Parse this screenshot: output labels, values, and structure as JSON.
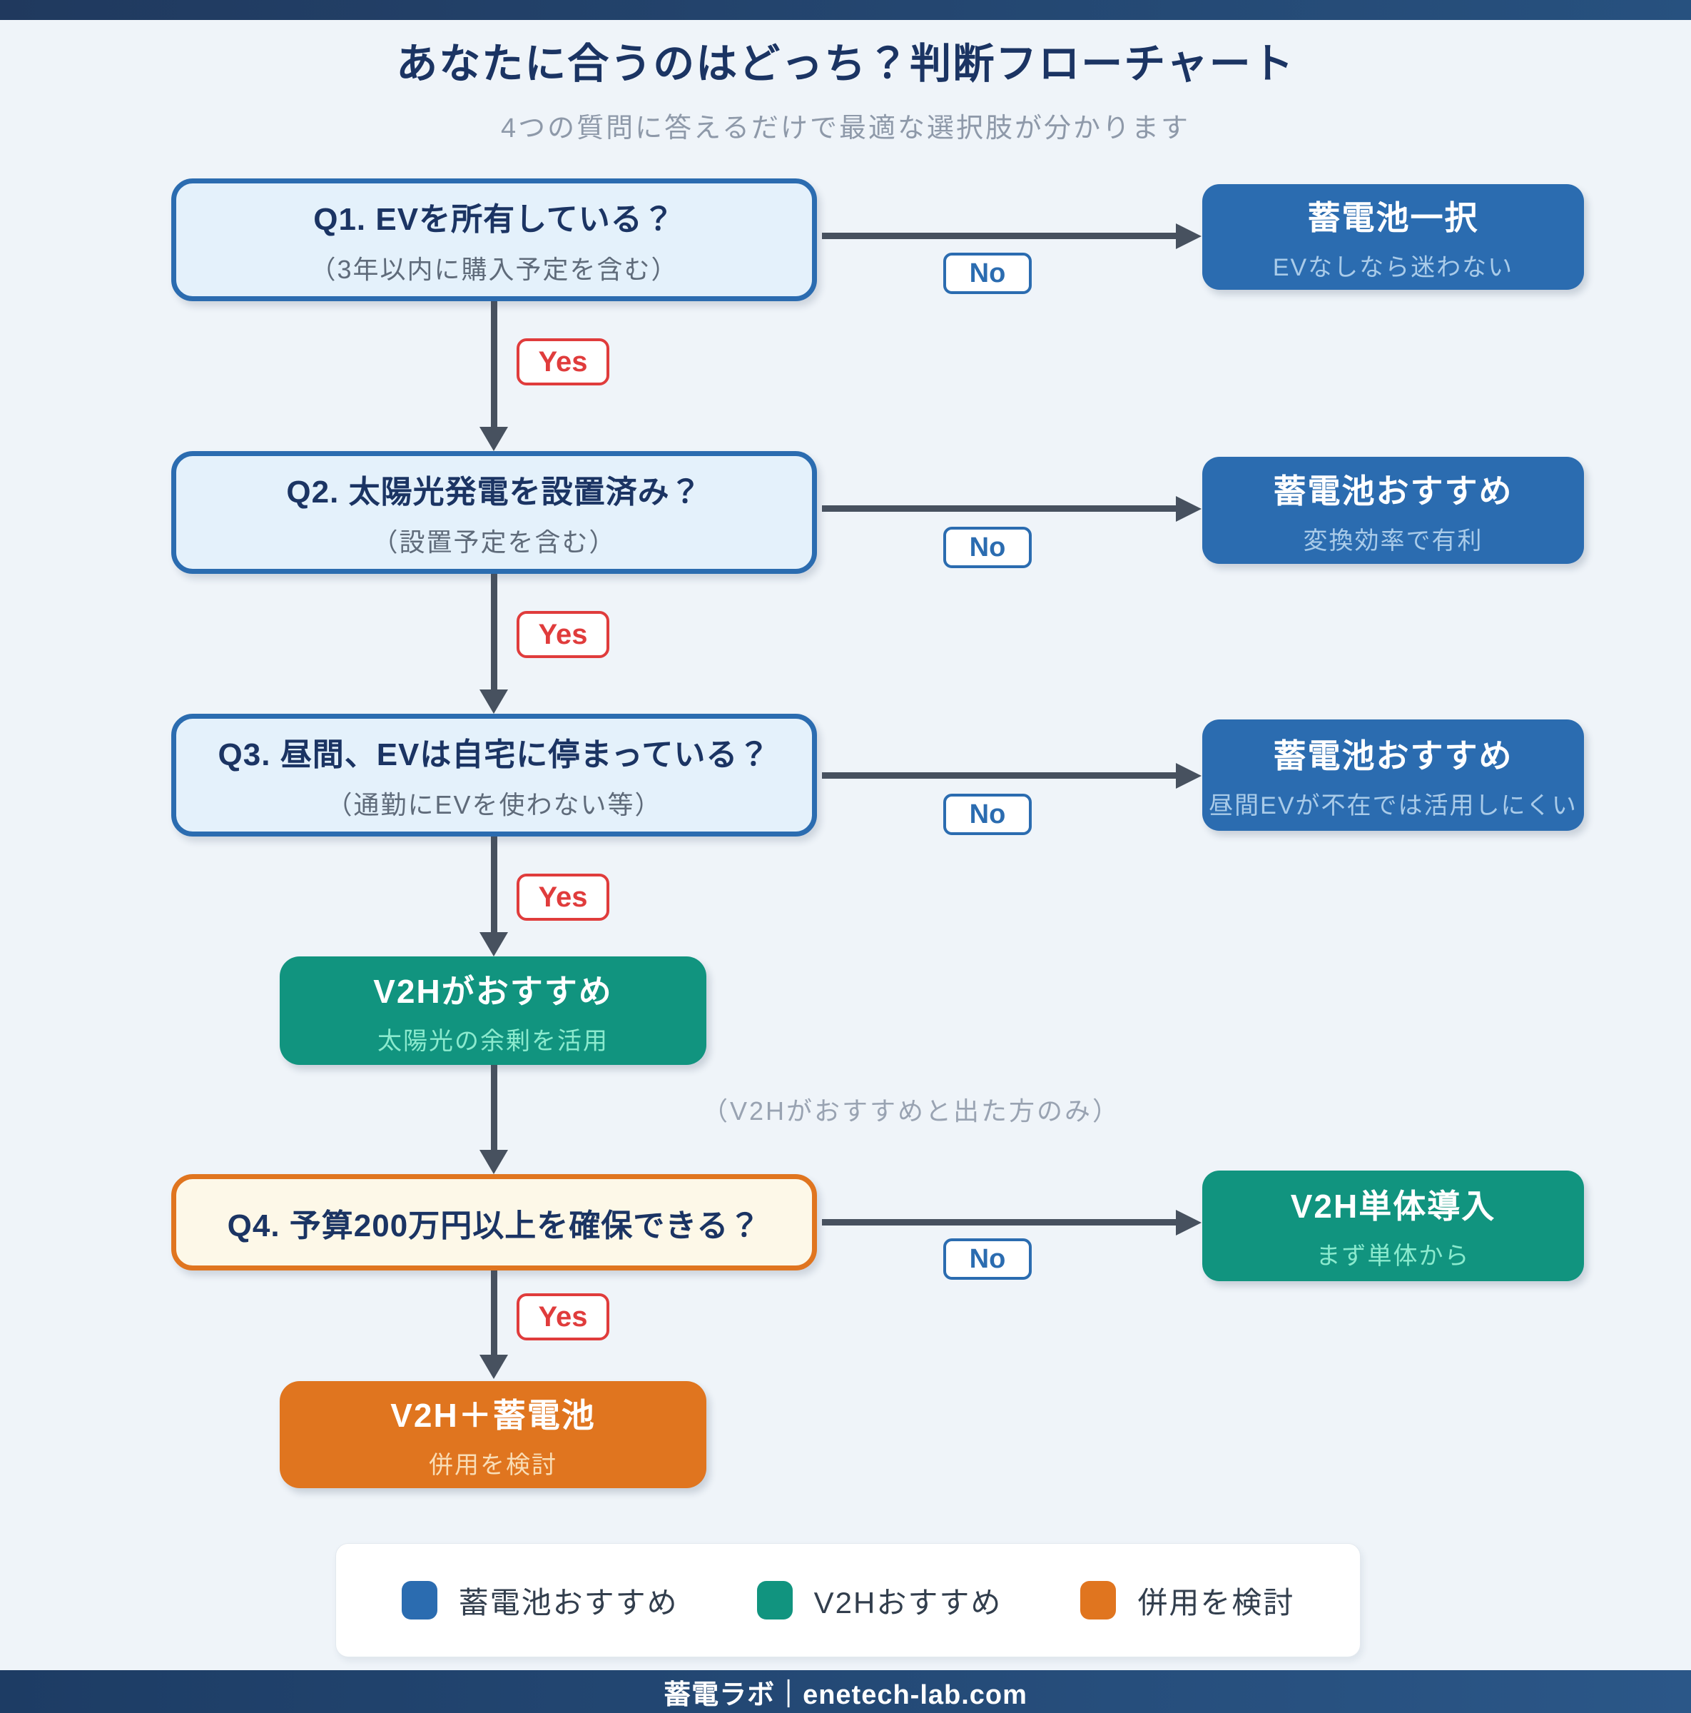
{
  "page": {
    "title": "あなたに合うのはどっち？判断フローチャート",
    "subtitle": "4つの質問に答えるだけで最適な選択肢が分かります"
  },
  "flow": {
    "labels": {
      "yes": "Yes",
      "no": "No"
    },
    "questions": [
      {
        "title": "Q1. EVを所有している？",
        "note": "（3年以内に購入予定を含む）"
      },
      {
        "title": "Q2. 太陽光発電を設置済み？",
        "note": "（設置予定を含む）"
      },
      {
        "title": "Q3. 昼間、EVは自宅に停まっている？",
        "note": "（通勤にEVを使わない等）"
      },
      {
        "title": "Q4. 予算200万円以上を確保できる？",
        "note": ""
      }
    ],
    "no_results": [
      {
        "title": "蓄電池一択",
        "note": "EVなしなら迷わない",
        "color": "#2b6cb0"
      },
      {
        "title": "蓄電池おすすめ",
        "note": "変換効率で有利",
        "color": "#2b6cb0"
      },
      {
        "title": "蓄電池おすすめ",
        "note": "昼間EVが不在では活用しにくい",
        "color": "#2b6cb0"
      },
      {
        "title": "V2H単体導入",
        "note": "まず単体から",
        "color": "#11947f"
      }
    ],
    "yes_results": [
      {
        "title": "V2Hがおすすめ",
        "note": "太陽光の余剰を活用",
        "color": "#11947f"
      },
      {
        "title": "V2H＋蓄電池",
        "note": "併用を検討",
        "color": "#e0751f"
      }
    ],
    "branch_note": "（V2Hがおすすめと出た方のみ）"
  },
  "legend": {
    "items": [
      {
        "label": "蓄電池おすすめ",
        "color": "#2b6cb0"
      },
      {
        "label": "V2Hおすすめ",
        "color": "#11947f"
      },
      {
        "label": "併用を検討",
        "color": "#e0751f"
      }
    ]
  },
  "footer": {
    "text": "蓄電ラボ｜enetech-lab.com"
  },
  "colors": {
    "background": "#eff4f9",
    "accent_navy": "#1b3463",
    "question_bg": "#e4f1fb",
    "question_border": "#2b6cb0",
    "q4_bg": "#fdf8e8",
    "q4_border": "#e0751f",
    "arrow": "#47515f",
    "yes_red": "#e03c3c",
    "no_blue": "#2b6cb0"
  }
}
